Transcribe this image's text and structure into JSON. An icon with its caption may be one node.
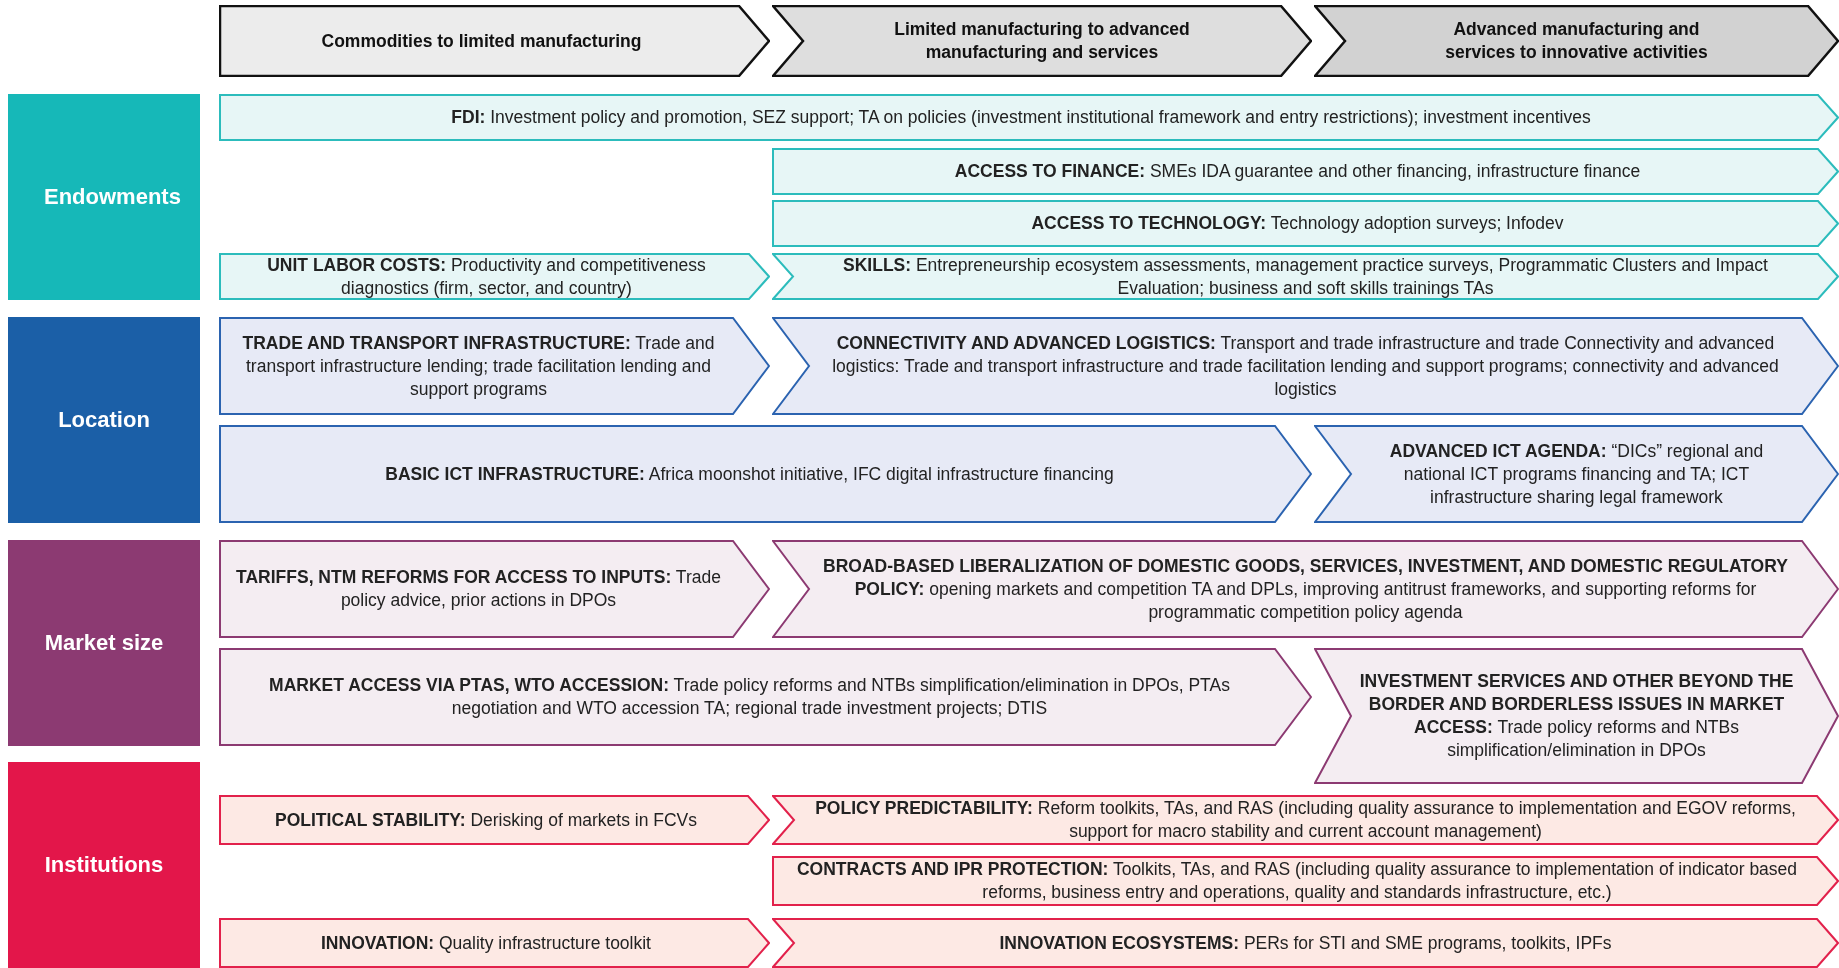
{
  "diagram": {
    "nodes": [
      {
        "text": [
          "Commodities to limited manufacturing"
        ]
      },
      {
        "text": [
          "Limited manufacturing to advanced manufacturing and services"
        ]
      },
      {
        "text": [
          "Advanced manufacturing and services to innovative activities"
        ]
      },
      {
        "text": [
          "Endowments"
        ]
      },
      {
        "text": [
          "**FDI:** Investment policy and promotion, SEZ support; TA on policies (investment institutional framework and entry restrictions); investment incentives"
        ]
      },
      {
        "text": [
          "**ACCESS TO FINANCE:** SMEs IDA guarantee and other financing, infrastructure finance"
        ]
      },
      {
        "text": [
          "**ACCESS TO TECHNOLOGY:** Technology adoption surveys; Infodev"
        ]
      },
      {
        "text": [
          "**UNIT LABOR COSTS:** Productivity and competitiveness diagnostics (firm, sector, and country)"
        ]
      },
      {
        "text": [
          "**SKILLS:** Entrepreneurship ecosystem assessments, management practice surveys, Programmatic Clusters and Impact Evaluation; business and soft skills trainings TAs"
        ]
      },
      {
        "text": [
          "Location"
        ]
      },
      {
        "text": [
          "**TRADE AND TRANSPORT INFRASTRUCTURE:** Trade and transport infrastructure lending; trade facilitation lending and support programs"
        ]
      },
      {
        "text": [
          "**CONNECTIVITY AND ADVANCED LOGISTICS:** Transport and trade infrastructure and trade Connectivity and advanced logistics: Trade and transport infrastructure and trade facilitation lending and support programs; connectivity and advanced logistics"
        ]
      },
      {
        "text": [
          "**BASIC ICT INFRASTRUCTURE:** Africa moonshot initiative, IFC digital infrastructure financing"
        ]
      },
      {
        "text": [
          "**ADVANCED ICT AGENDA:** “DICs” regional and national ICT programs financing and TA; ICT infrastructure sharing legal framework"
        ]
      },
      {
        "text": [
          "Market size"
        ]
      },
      {
        "text": [
          "**TARIFFS, NTM REFORMS FOR ACCESS TO INPUTS:** Trade policy advice, prior actions in DPOs"
        ]
      },
      {
        "text": [
          "**BROAD-BASED LIBERALIZATION OF DOMESTIC GOODS, SERVICES, INVESTMENT, AND DOMESTIC REGULATORY POLICY:** opening markets and competition TA and DPLs, improving antitrust frameworks, and supporting reforms for programmatic competition policy agenda"
        ]
      },
      {
        "text": [
          "**MARKET ACCESS VIA PTAS, WTO ACCESSION:** Trade policy reforms and NTBs simplification/elimination in DPOs, PTAs negotiation and WTO accession TA; regional trade investment projects; DTIS"
        ]
      },
      {
        "text": [
          "**INVESTMENT SERVICES AND OTHER BEYOND THE BORDER AND BORDERLESS ISSUES IN MARKET ACCESS:** Trade policy reforms and NTBs simplification/elimination in DPOs"
        ]
      },
      {
        "text": [
          "Institutions"
        ]
      },
      {
        "text": [
          "**POLITICAL STABILITY:** Derisking of markets in FCVs"
        ]
      },
      {
        "text": [
          "**POLICY PREDICTABILITY:** Reform toolkits, TAs, and RAS (including quality assurance to implementation and EGOV reforms, support for macro stability and current account management)"
        ]
      },
      {
        "text": [
          "**CONTRACTS AND IPR PROTECTION:** Toolkits, TAs, and RAS (including quality assurance to implementation of indicator based reforms, business entry and operations, quality and standards infrastructure, etc.)"
        ]
      },
      {
        "text": [
          "**INNOVATION:** Quality infrastructure toolkit"
        ]
      },
      {
        "text": [
          "**INNOVATION ECOSYSTEMS:** PERs for STI and SME programs, toolkits, IPFs"
        ]
      }
    ],
    "edges": []
  }
}
